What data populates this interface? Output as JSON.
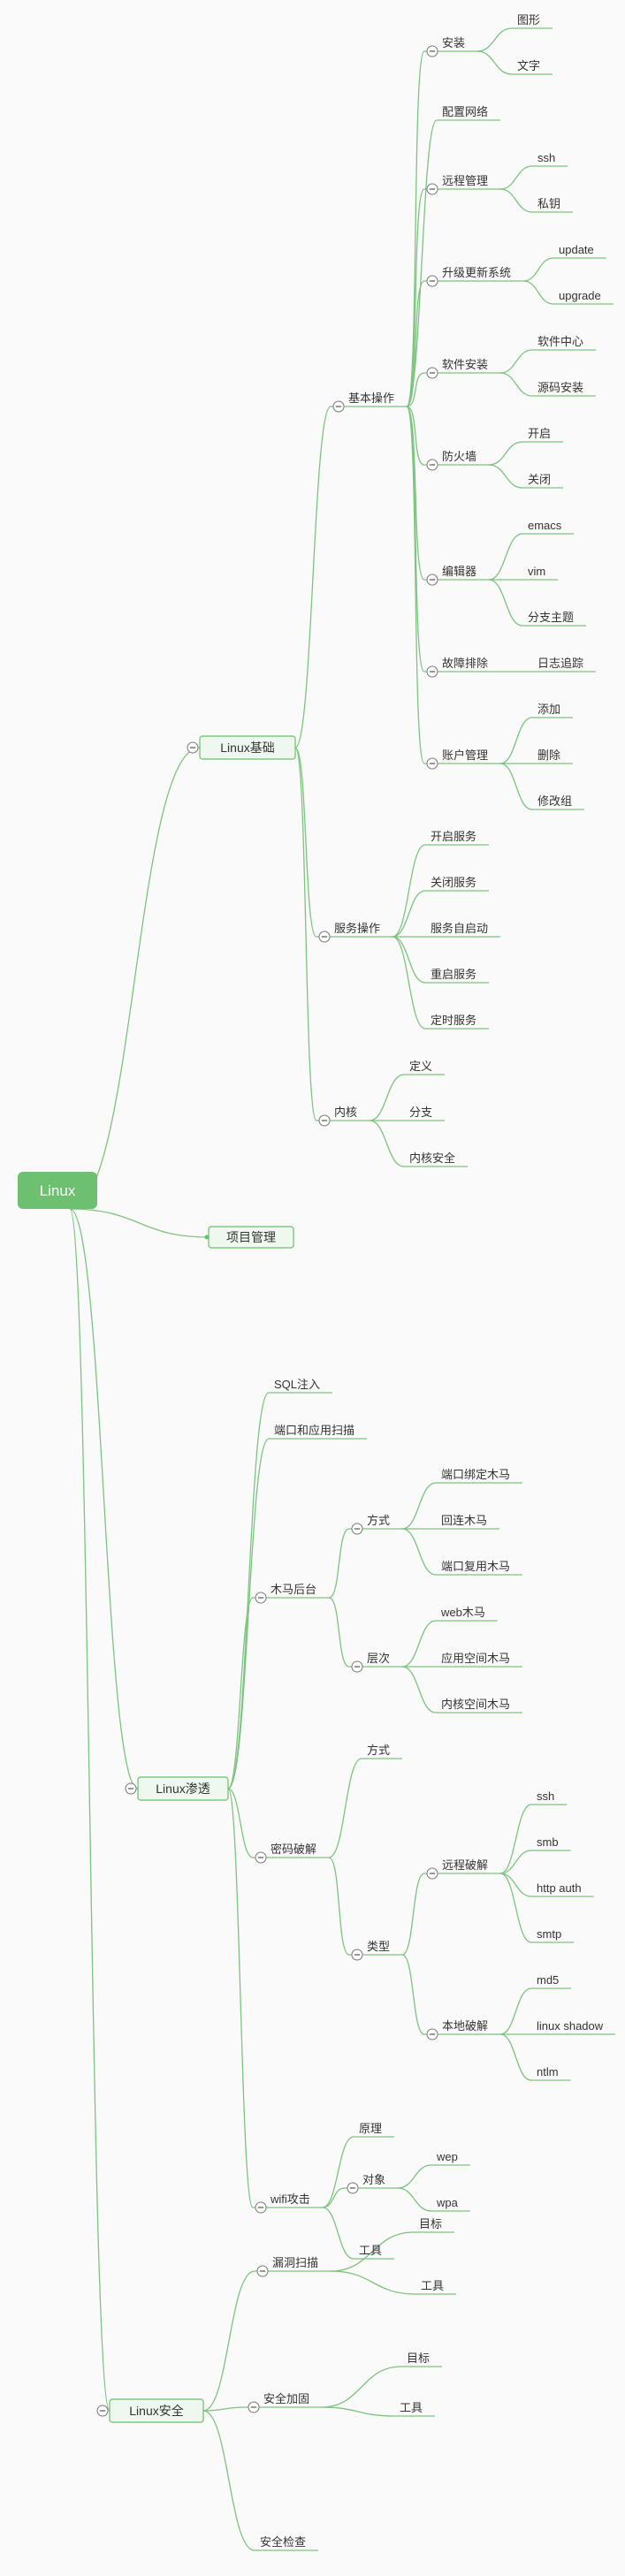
{
  "root": "Linux",
  "tree": [
    {
      "id": "linux-basic",
      "label": "Linux基础",
      "children": [
        {
          "id": "basic-ops",
          "label": "基本操作",
          "children": [
            {
              "id": "install",
              "label": "安装",
              "children": [
                {
                  "id": "graphic",
                  "label": "图形"
                },
                {
                  "id": "text",
                  "label": "文字"
                }
              ]
            },
            {
              "id": "network-config",
              "label": "配置网络"
            },
            {
              "id": "remote-mgmt",
              "label": "远程管理",
              "children": [
                {
                  "id": "ssh",
                  "label": "ssh"
                },
                {
                  "id": "key",
                  "label": "私钥"
                }
              ]
            },
            {
              "id": "update-system",
              "label": "升级更新系统",
              "children": [
                {
                  "id": "update",
                  "label": "update"
                },
                {
                  "id": "upgrade",
                  "label": "upgrade"
                }
              ]
            },
            {
              "id": "software-install",
              "label": "软件安装",
              "children": [
                {
                  "id": "software-center",
                  "label": "软件中心"
                },
                {
                  "id": "source-install",
                  "label": "源码安装"
                }
              ]
            },
            {
              "id": "firewall",
              "label": "防火墙",
              "children": [
                {
                  "id": "fw-on",
                  "label": "开启"
                },
                {
                  "id": "fw-off",
                  "label": "关闭"
                }
              ]
            },
            {
              "id": "editor",
              "label": "编辑器",
              "children": [
                {
                  "id": "emacs",
                  "label": "emacs"
                },
                {
                  "id": "vim",
                  "label": "vim"
                },
                {
                  "id": "branch-theme",
                  "label": "分支主题"
                }
              ]
            },
            {
              "id": "troubleshoot",
              "label": "故障排除",
              "children": [
                {
                  "id": "log-trace",
                  "label": "日志追踪"
                }
              ]
            },
            {
              "id": "account-mgmt",
              "label": "账户管理",
              "children": [
                {
                  "id": "acc-add",
                  "label": "添加"
                },
                {
                  "id": "acc-del",
                  "label": "删除"
                },
                {
                  "id": "acc-group",
                  "label": "修改组"
                }
              ]
            }
          ]
        },
        {
          "id": "service-ops",
          "label": "服务操作",
          "children": [
            {
              "id": "svc-start",
              "label": "开启服务"
            },
            {
              "id": "svc-stop",
              "label": "关闭服务"
            },
            {
              "id": "svc-auto",
              "label": "服务自启动"
            },
            {
              "id": "svc-restart",
              "label": "重启服务"
            },
            {
              "id": "svc-timer",
              "label": "定时服务"
            }
          ]
        },
        {
          "id": "kernel",
          "label": "内核",
          "children": [
            {
              "id": "k-def",
              "label": "定义"
            },
            {
              "id": "k-branch",
              "label": "分支"
            },
            {
              "id": "k-sec",
              "label": "内核安全"
            }
          ]
        }
      ]
    },
    {
      "id": "project-mgmt",
      "label": "项目管理"
    },
    {
      "id": "linux-pentest",
      "label": "Linux渗透",
      "children": [
        {
          "id": "sqli",
          "label": "SQL注入"
        },
        {
          "id": "port-scan",
          "label": "端口和应用扫描"
        },
        {
          "id": "trojan",
          "label": "木马后台",
          "children": [
            {
              "id": "t-method",
              "label": "方式",
              "children": [
                {
                  "id": "t-bind",
                  "label": "端口绑定木马"
                },
                {
                  "id": "t-reverse",
                  "label": "回连木马"
                },
                {
                  "id": "t-reuse",
                  "label": "端口复用木马"
                }
              ]
            },
            {
              "id": "t-level",
              "label": "层次",
              "children": [
                {
                  "id": "t-web",
                  "label": "web木马"
                },
                {
                  "id": "t-app",
                  "label": "应用空间木马"
                },
                {
                  "id": "t-kernel",
                  "label": "内核空间木马"
                }
              ]
            }
          ]
        },
        {
          "id": "pwd-crack",
          "label": "密码破解",
          "children": [
            {
              "id": "p-method",
              "label": "方式"
            },
            {
              "id": "p-type",
              "label": "类型",
              "children": [
                {
                  "id": "p-remote",
                  "label": "远程破解",
                  "children": [
                    {
                      "id": "p-ssh",
                      "label": "ssh"
                    },
                    {
                      "id": "p-smb",
                      "label": "smb"
                    },
                    {
                      "id": "p-http",
                      "label": "http auth"
                    },
                    {
                      "id": "p-smtp",
                      "label": "smtp"
                    }
                  ]
                },
                {
                  "id": "p-local",
                  "label": "本地破解",
                  "children": [
                    {
                      "id": "p-md5",
                      "label": "md5"
                    },
                    {
                      "id": "p-shadow",
                      "label": "linux shadow"
                    },
                    {
                      "id": "p-ntlm",
                      "label": "ntlm"
                    }
                  ]
                }
              ]
            }
          ]
        },
        {
          "id": "wifi",
          "label": "wifi攻击",
          "children": [
            {
              "id": "w-principle",
              "label": "原理"
            },
            {
              "id": "w-target",
              "label": "对象",
              "children": [
                {
                  "id": "w-wep",
                  "label": "wep"
                },
                {
                  "id": "w-wpa",
                  "label": "wpa"
                }
              ]
            },
            {
              "id": "w-tool",
              "label": "工具"
            }
          ]
        }
      ]
    },
    {
      "id": "linux-security",
      "label": "Linux安全",
      "children": [
        {
          "id": "vuln-scan",
          "label": "漏洞扫描",
          "children": [
            {
              "id": "vs-target",
              "label": "目标"
            },
            {
              "id": "vs-tool",
              "label": "工具"
            }
          ]
        },
        {
          "id": "hardening",
          "label": "安全加固",
          "children": [
            {
              "id": "h-target",
              "label": "目标"
            },
            {
              "id": "h-tool",
              "label": "工具"
            }
          ]
        },
        {
          "id": "sec-check",
          "label": "安全检查"
        }
      ]
    }
  ]
}
